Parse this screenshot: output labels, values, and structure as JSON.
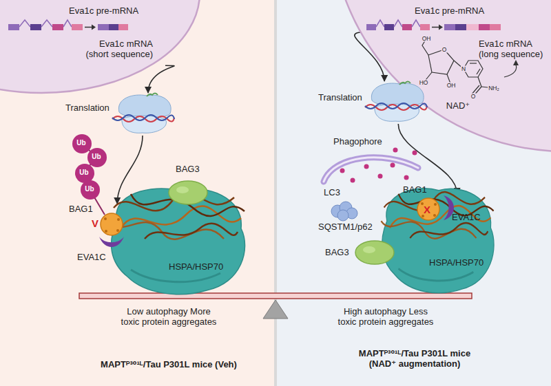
{
  "diagram": {
    "nodes": [
      {
        "text": [
          "MAPTᴾ³⁰¹ᴸ/Tau P301L mice (Veh)"
        ]
      },
      {
        "text": [
          "Eva1c pre-mRNA",
          "Eva1c mRNA (short sequence)"
        ],
        "in": 0
      },
      {
        "text": [
          "Translation"
        ],
        "in": 0
      },
      {
        "text": [
          "Ub"
        ],
        "in": 0
      },
      {
        "text": [
          "Ub"
        ],
        "in": 0
      },
      {
        "text": [
          "Ub"
        ],
        "in": 0
      },
      {
        "text": [
          "Ub"
        ],
        "in": 0
      },
      {
        "text": [
          "HSPA/HSP70"
        ],
        "in": 0
      },
      {
        "text": [
          "BAG1"
        ],
        "in": 0
      },
      {
        "text": [
          "EVA1C"
        ],
        "in": 0
      },
      {
        "text": [
          "BAG3"
        ],
        "in": 0
      },
      {
        "text": [
          "MAPTᴾ³⁰¹ᴸ/Tau P301L mice (NAD⁺ augmentation)"
        ]
      },
      {
        "text": [
          "Eva1c pre-mRNA",
          "Eva1c mRNA (long sequence)"
        ],
        "in": 11
      },
      {
        "text": [
          "Translation"
        ],
        "in": 11
      },
      {
        "text": [
          "Phagophore"
        ],
        "in": 11
      },
      {
        "text": [
          "SQSTM1/p62"
        ],
        "in": 11
      },
      {
        "text": [
          "HSPA/HSP70"
        ],
        "in": 11
      },
      {
        "text": [
          "BAG1"
        ],
        "in": 11
      },
      {
        "text": [
          "EVA1C"
        ],
        "in": 11
      },
      {
        "text": [
          "BAG3"
        ],
        "in": 11
      }
    ],
    "edges": [
      {
        "from": 1,
        "to": 2,
        "arrow": "to"
      },
      {
        "from": 2,
        "to": 8,
        "arrow": "to"
      },
      {
        "from": 12,
        "to": 13,
        "arrow": "to"
      },
      {
        "from": 13,
        "to": 18,
        "arrow": "to"
      }
    ],
    "labels": [
      "V",
      "OH",
      "O",
      "HO",
      "OH",
      "N",
      "O",
      "NH₂",
      "NAD⁺",
      "LC3",
      "X",
      "Low autophagy More toxic protein aggregates",
      "High autophagy Less toxic protein aggregates"
    ]
  }
}
